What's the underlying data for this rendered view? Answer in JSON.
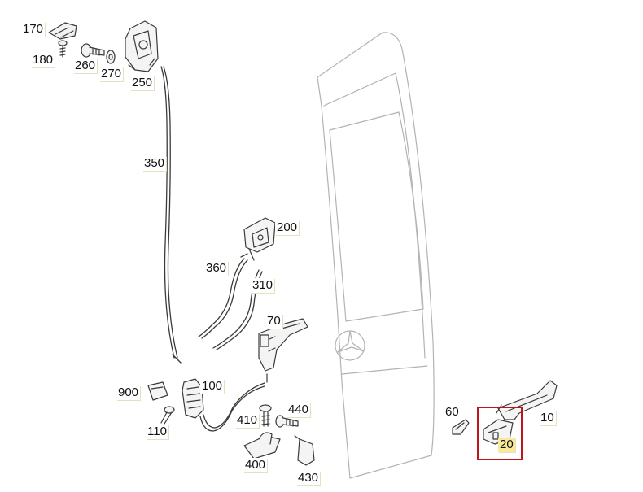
{
  "diagram": {
    "labels": {
      "p170": "170",
      "p180": "180",
      "p260": "260",
      "p270": "270",
      "p250": "250",
      "p350": "350",
      "p200": "200",
      "p360": "360",
      "p310": "310",
      "p70": "70",
      "p900": "900",
      "p100": "100",
      "p110": "110",
      "p410": "410",
      "p440": "440",
      "p400": "400",
      "p430": "430",
      "p60": "60",
      "p10": "10",
      "p20": "20"
    },
    "highlighted_part": "20",
    "colors": {
      "line": "#3a3a3a",
      "door_line": "#b0b0b0",
      "highlight_box": "#c0141c",
      "highlight_fill": "#fbe99a"
    }
  }
}
